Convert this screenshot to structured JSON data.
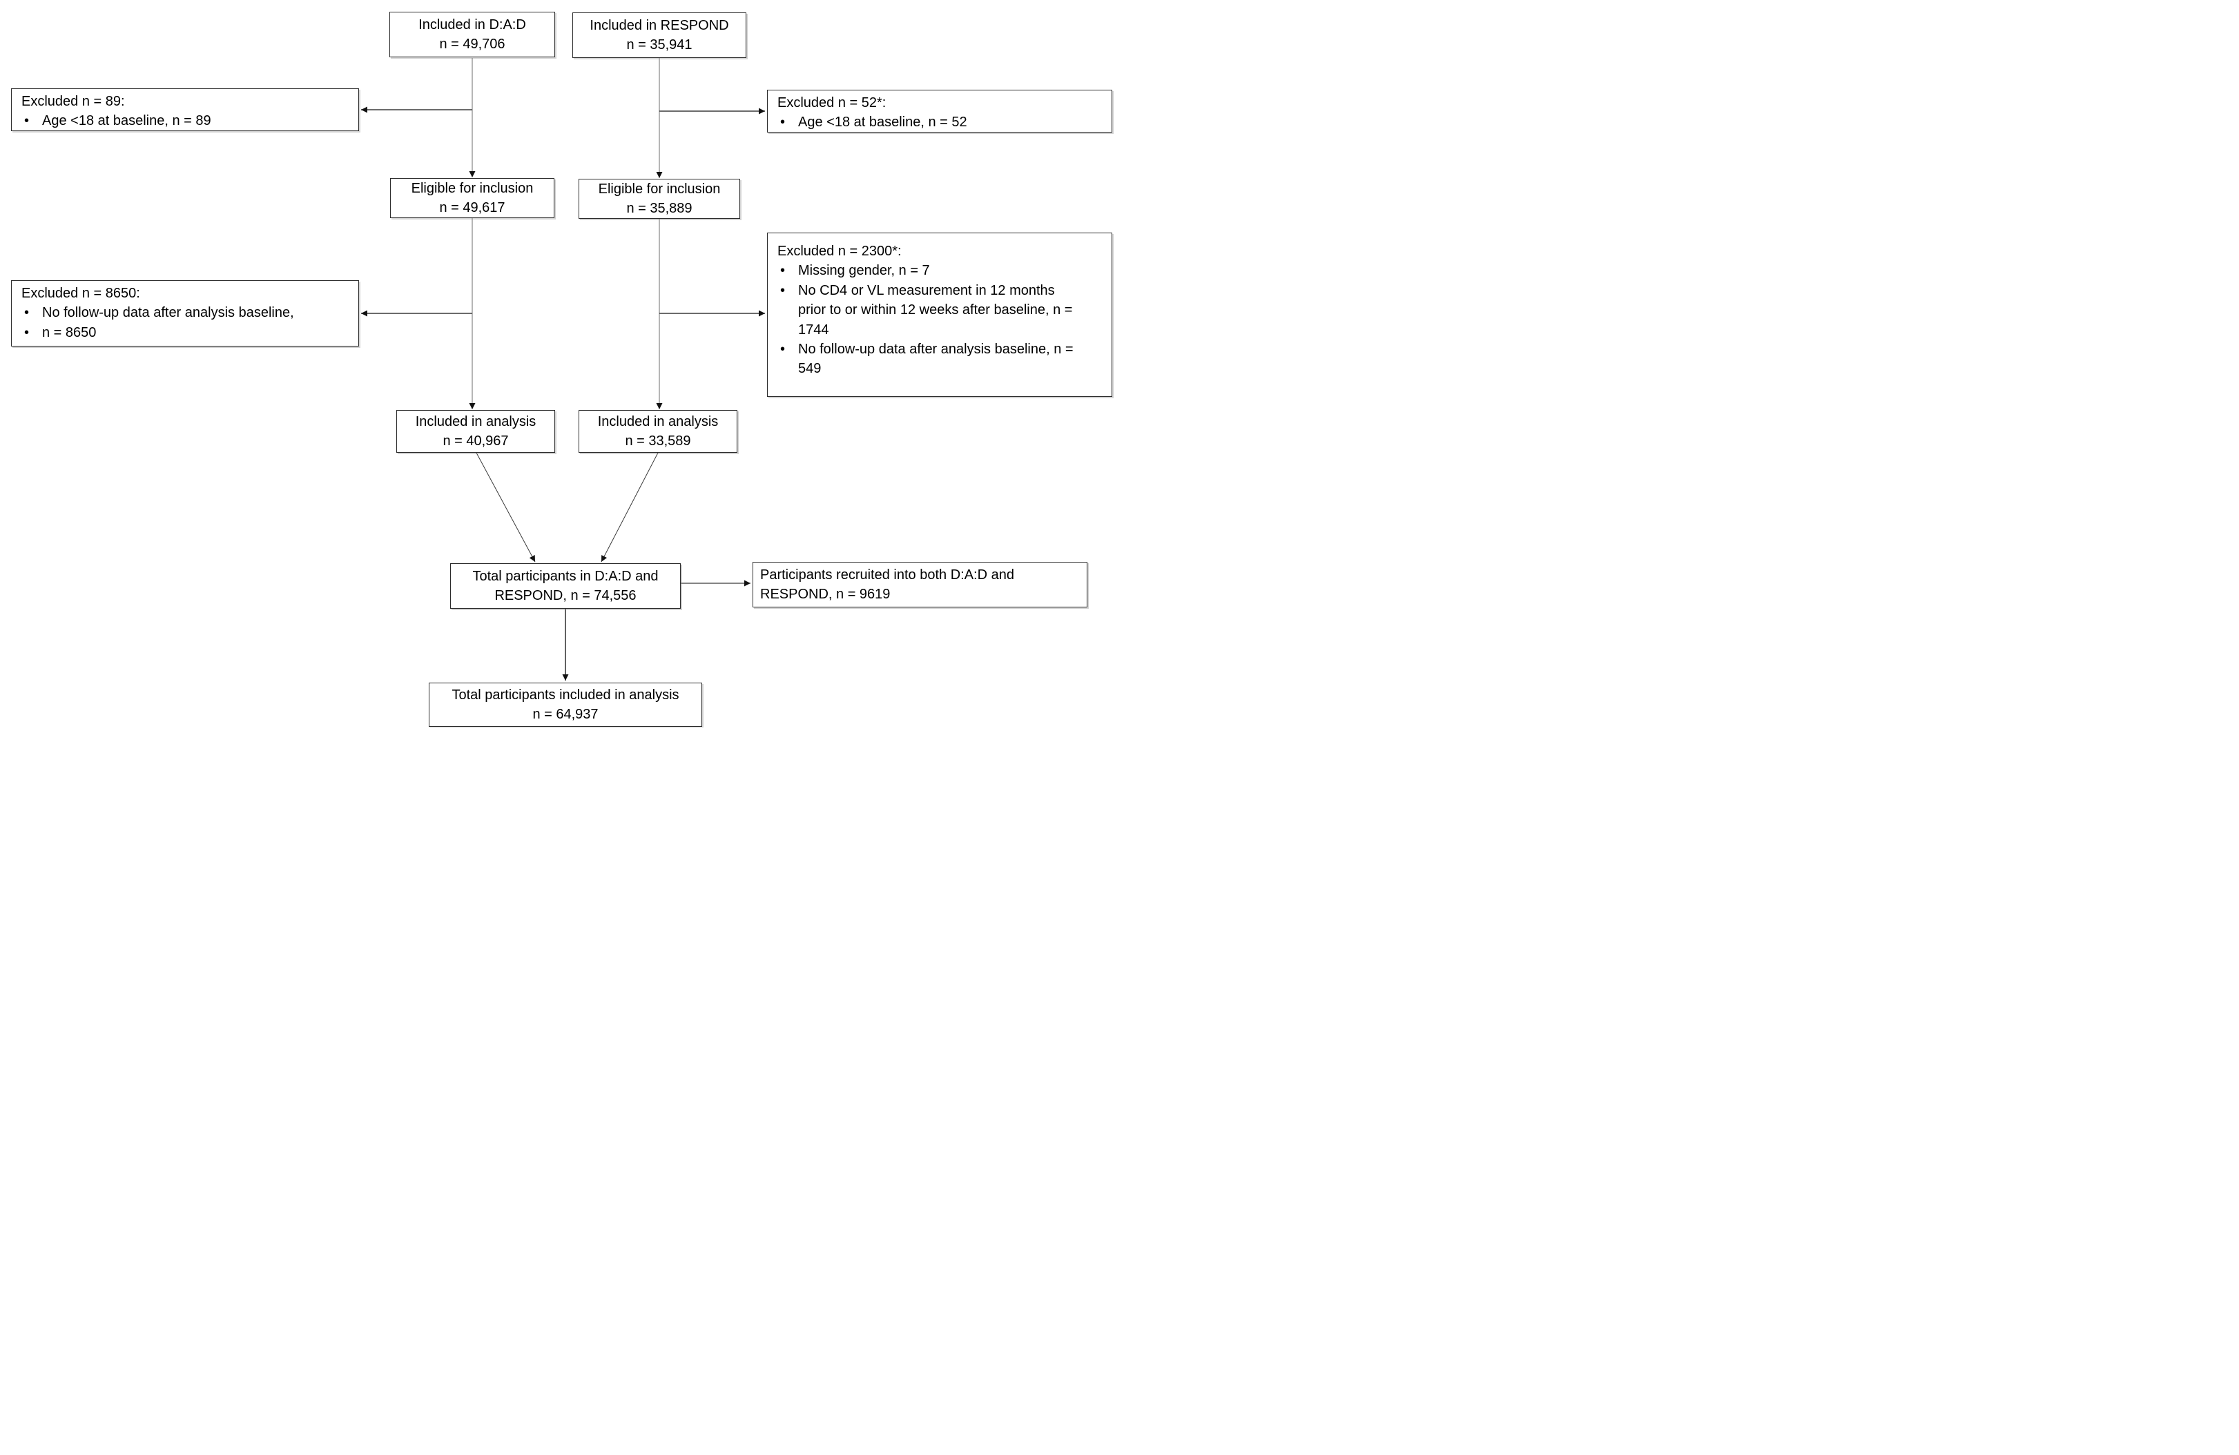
{
  "diagram": {
    "bullet_char": "•",
    "boxes": {
      "included_dad": {
        "line1": "Included in D:A:D",
        "line2": "n = 49,706"
      },
      "included_respond": {
        "line1": "Included in RESPOND",
        "line2": "n = 35,941"
      },
      "excluded_dad_age": {
        "title": "Excluded n = 89:",
        "bullets": [
          "Age <18 at baseline, n = 89"
        ]
      },
      "excluded_respond_age": {
        "title": "Excluded n = 52*:",
        "bullets": [
          "Age <18 at baseline, n = 52"
        ]
      },
      "eligible_dad": {
        "line1": "Eligible for inclusion",
        "line2": "n = 49,617"
      },
      "eligible_respond": {
        "line1": "Eligible for inclusion",
        "line2": "n = 35,889"
      },
      "excluded_respond_criteria": {
        "title": "Excluded n = 2300*:",
        "bullets": [
          "Missing gender, n = 7",
          "No CD4 or VL measurement in 12 months prior to or within 12 weeks after baseline, n = 1744",
          "No follow-up data after analysis baseline, n = 549"
        ]
      },
      "excluded_dad_followup": {
        "title": "Excluded n = 8650:",
        "bullets": [
          "No follow-up data after analysis baseline,",
          "n = 8650"
        ]
      },
      "analysis_dad": {
        "line1": "Included in analysis",
        "line2": "n = 40,967"
      },
      "analysis_respond": {
        "line1": "Included in analysis",
        "line2": "n = 33,589"
      },
      "total_combined": {
        "line1": "Total participants in D:A:D and",
        "line2": "RESPOND, n = 74,556"
      },
      "recruited_both": {
        "line1": "Participants recruited into both D:A:D and",
        "line2": "RESPOND, n = 9619"
      },
      "total_analysis": {
        "line1": "Total participants included in analysis",
        "line2": "n = 64,937"
      }
    }
  }
}
